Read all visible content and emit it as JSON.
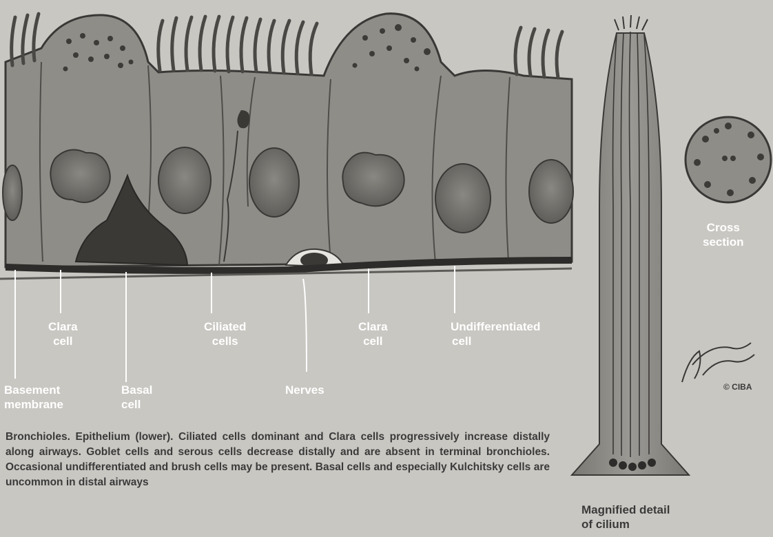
{
  "labels": {
    "clara_cell_1": {
      "line1": "Clara",
      "line2": "cell"
    },
    "ciliated_cells": {
      "line1": "Ciliated",
      "line2": "cells"
    },
    "clara_cell_2": {
      "line1": "Clara",
      "line2": "cell"
    },
    "undifferentiated_cell": {
      "line1": "Undifferentiated",
      "line2": "cell"
    },
    "basement_membrane": {
      "line1": "Basement",
      "line2": "membrane"
    },
    "basal_cell": {
      "line1": "Basal",
      "line2": "cell"
    },
    "nerves": "Nerves",
    "cross_section": {
      "line1": "Cross",
      "line2": "section"
    },
    "magnified_cilium": {
      "line1": "Magnified detail",
      "line2": "of cilium"
    }
  },
  "credit": "© CIBA",
  "caption": {
    "lead": "Bronchioles.",
    "body": "Epithelium (lower). Ciliated cells dominant and Clara cells progressively increase distally along airways. Goblet cells and serous cells decrease distally and are absent in terminal bronchioles. Occasional undifferentiated and brush cells may be present. Basal cells and especially Kulchitsky cells are uncommon in distal airways"
  },
  "colors": {
    "background": "#c9c7c2",
    "tissue": "#8f8d88",
    "outline": "#3a3836",
    "label_text": "#ffffff",
    "caption_text": "#3a3a3a"
  }
}
